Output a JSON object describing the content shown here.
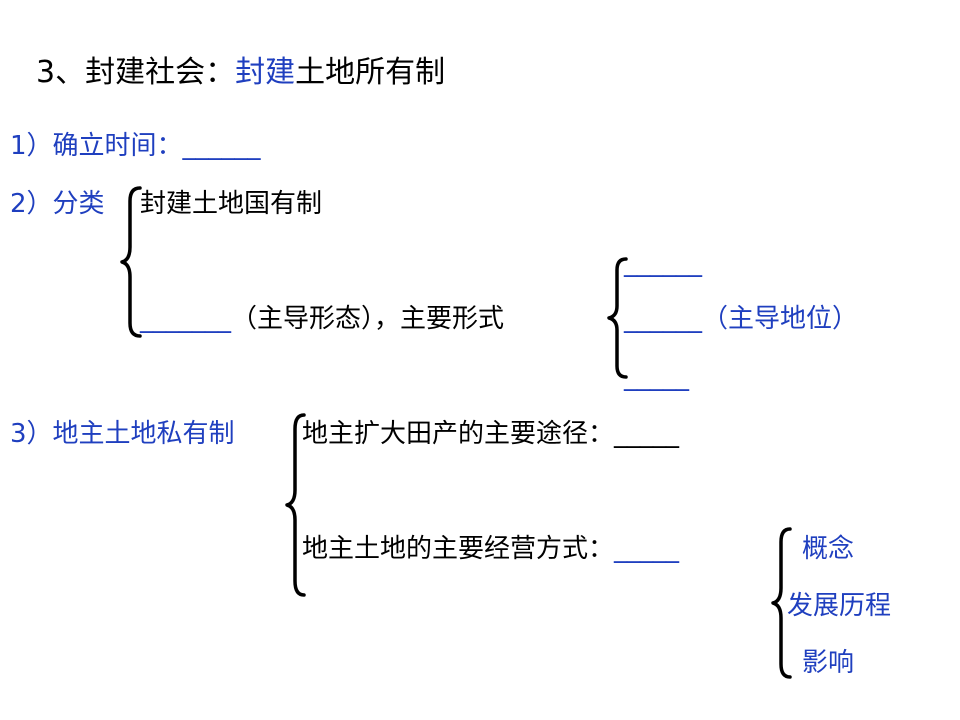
{
  "title": {
    "prefix": "3、封建社会：",
    "highlight": "封建",
    "suffix": "土地所有制"
  },
  "section1": {
    "label": "1）确立时间：",
    "blank": "______"
  },
  "section2": {
    "label": "2）分类",
    "item1": "封建土地国有制",
    "item2_blank": "_______",
    "item2_text": "（主导形态），主要形式",
    "sub_blank1": "______",
    "sub_blank2": "______",
    "sub_blank2_note": "（主导地位）",
    "sub_blank3": "_____"
  },
  "section3": {
    "label": "3）地主土地私有制",
    "item1_text": "地主扩大田产的主要途径：",
    "item1_blank": "_____",
    "item2_text": "地主土地的主要经营方式：",
    "item2_blank": "_____",
    "sub1": "概念",
    "sub2": "发展历程",
    "sub3": "影响"
  },
  "colors": {
    "text": "#000000",
    "accent_blue": "#1f3fbf"
  }
}
